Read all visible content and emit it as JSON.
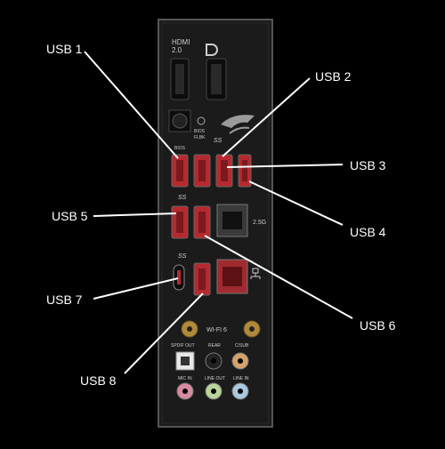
{
  "callouts": [
    {
      "id": "usb1",
      "label": "USB 1"
    },
    {
      "id": "usb2",
      "label": "USB 2"
    },
    {
      "id": "usb3",
      "label": "USB 3"
    },
    {
      "id": "usb4",
      "label": "USB 4"
    },
    {
      "id": "usb5",
      "label": "USB 5"
    },
    {
      "id": "usb6",
      "label": "USB 6"
    },
    {
      "id": "usb7",
      "label": "USB 7"
    },
    {
      "id": "usb8",
      "label": "USB 8"
    }
  ],
  "panel_text": {
    "hdmi": "HDMI",
    "hdmi_ver": "2.0",
    "bios": "BIOS",
    "bios_flbk_1": "BIOS",
    "bios_flbk_2": "FLBK",
    "ss_logo_a": "SS",
    "ss_logo_b": "SS",
    "ss_logo_c": "SS",
    "lan_speed": "2.5G",
    "wifi": "WI-FI 6",
    "spdif": "SPDIF OUT",
    "rear": "REAR",
    "csub": "C/SUB",
    "mic": "MIC IN",
    "lineout": "LINE OUT",
    "linein": "LINE IN"
  },
  "colors": {
    "usb_red": "#b52a2f",
    "panel": "#1b1b1b",
    "lan_red": "#a02a2f",
    "gold": "#b08a3a",
    "jack_pink": "#d98aa0",
    "jack_green": "#b7d59a",
    "jack_blue": "#a9c9e0",
    "jack_orange": "#d6a26b"
  }
}
